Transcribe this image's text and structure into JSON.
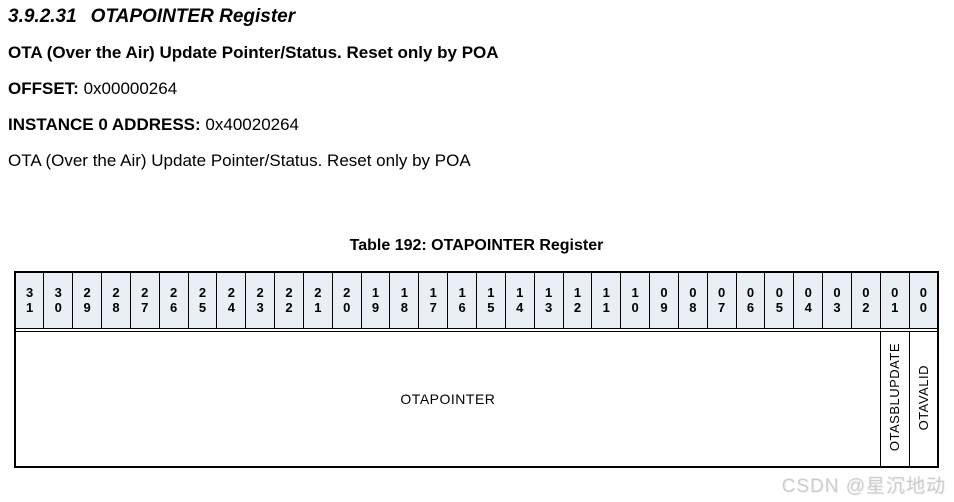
{
  "document": {
    "section_number": "3.9.2.31",
    "section_title": "OTAPOINTER Register",
    "summary": "OTA (Over the Air) Update Pointer/Status. Reset only by POA",
    "offset": {
      "label": "OFFSET:",
      "value": "0x00000264"
    },
    "instance": {
      "label": "INSTANCE 0 ADDRESS:",
      "value": "0x40020264"
    },
    "description": "OTA (Over the Air) Update Pointer/Status. Reset only by POA",
    "table_caption": "Table 192: OTAPOINTER Register"
  },
  "register_table": {
    "bit_labels": [
      "31",
      "30",
      "29",
      "28",
      "27",
      "26",
      "25",
      "24",
      "23",
      "22",
      "21",
      "20",
      "19",
      "18",
      "17",
      "16",
      "15",
      "14",
      "13",
      "12",
      "11",
      "10",
      "09",
      "08",
      "07",
      "06",
      "05",
      "04",
      "03",
      "02",
      "01",
      "00"
    ],
    "fields": [
      {
        "name": "OTAPOINTER",
        "bits": "31:2",
        "colspan": 30,
        "orientation": "horizontal"
      },
      {
        "name": "OTASBLUPDATE",
        "bits": "1",
        "colspan": 1,
        "orientation": "vertical"
      },
      {
        "name": "OTAVALID",
        "bits": "0",
        "colspan": 1,
        "orientation": "vertical"
      }
    ],
    "colors": {
      "header_bg": "#eaeef5",
      "border": "#000000"
    }
  },
  "watermark": {
    "text": "CSDN @星沉地动",
    "color": "#cdcdcd"
  }
}
